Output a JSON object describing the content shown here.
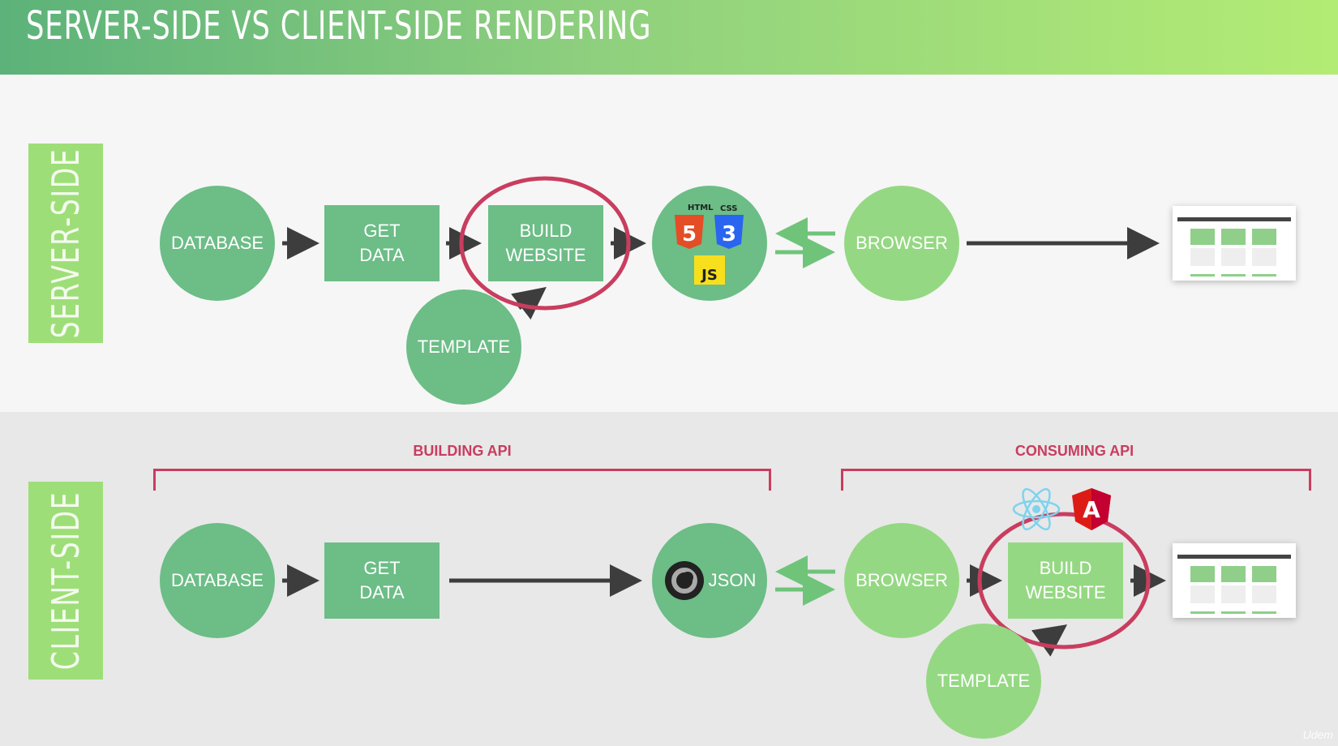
{
  "title": "SERVER-SIDE VS CLIENT-SIDE RENDERING",
  "server": {
    "label": "SERVER-SIDE",
    "database": "DATABASE",
    "get_data": "GET\nDATA",
    "build_website": "BUILD\nWEBSITE",
    "template": "TEMPLATE",
    "browser": "BROWSER",
    "icons": {
      "html": "HTML",
      "html_num": "5",
      "css": "CSS",
      "css_num": "3",
      "js": "JS"
    }
  },
  "client": {
    "label": "CLIENT-SIDE",
    "database": "DATABASE",
    "get_data": "GET\nDATA",
    "json": "JSON",
    "browser": "BROWSER",
    "build_website": "BUILD\nWEBSITE",
    "template": "TEMPLATE",
    "building_api": "BUILDING API",
    "consuming_api": "CONSUMING API",
    "icons": {
      "angular": "A"
    }
  },
  "watermark": "Udem",
  "colors": {
    "accent_red": "#c93d5f",
    "dark_green": "#6cbd86",
    "light_green": "#95d883",
    "arrow": "#3d3d3d"
  }
}
